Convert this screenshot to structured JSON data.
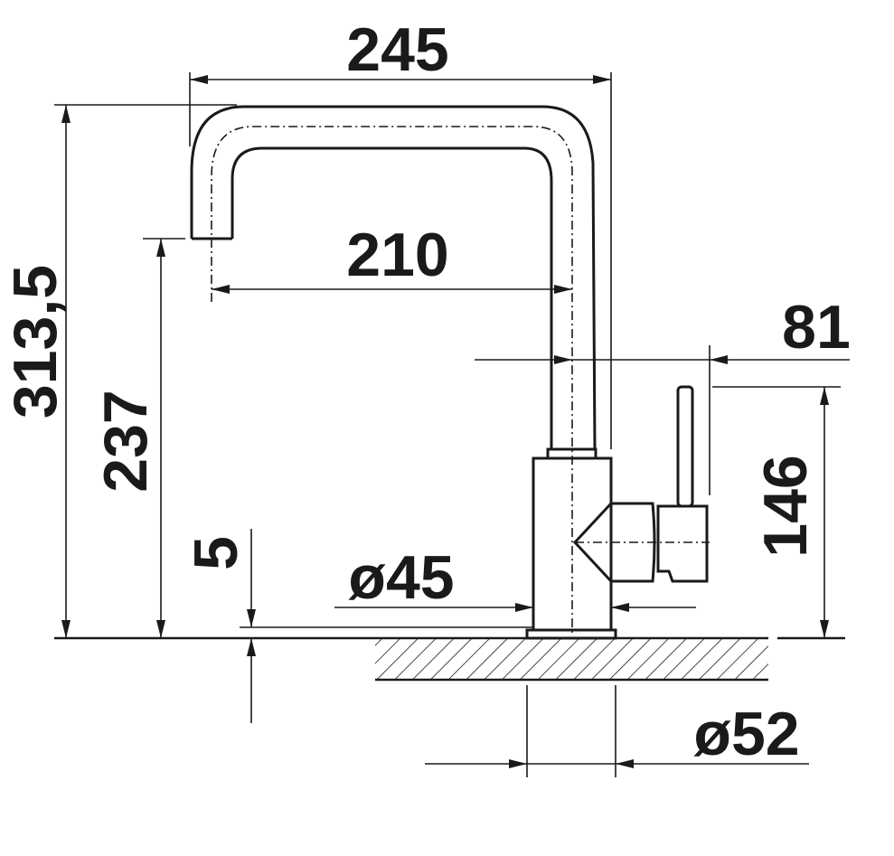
{
  "drawing": {
    "dimensions": {
      "total_width": "245",
      "spout_reach": "210",
      "total_height": "313,5",
      "spout_height": "237",
      "lever_offset": "81",
      "lever_height": "146",
      "base_thickness": "5",
      "body_diameter": "ø45",
      "hole_diameter": "ø52"
    },
    "colors": {
      "line": "#1a1a1a",
      "background": "#ffffff"
    }
  }
}
